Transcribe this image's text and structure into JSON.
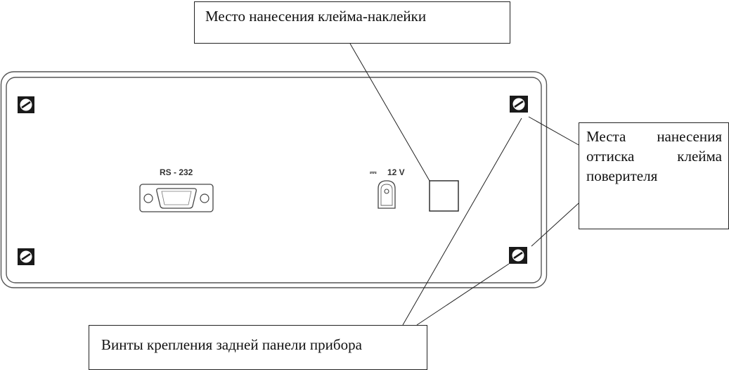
{
  "callouts": {
    "sticker_place": "Место нанесения клейма-наклейки",
    "seal_place_lines": [
      "Места нанесения",
      "оттиска клейма",
      "поверителя"
    ],
    "mounting_screws": "Винты крепления задней панели прибора"
  },
  "panel": {
    "rs232_label": "RS - 232",
    "power_label": "12 V",
    "power_symbol": "⎓"
  },
  "icons": {
    "screw": "screw-head-icon",
    "db9": "db9-connector-icon",
    "dc_jack": "dc-power-jack-icon",
    "sticker": "sticker-area-icon"
  }
}
